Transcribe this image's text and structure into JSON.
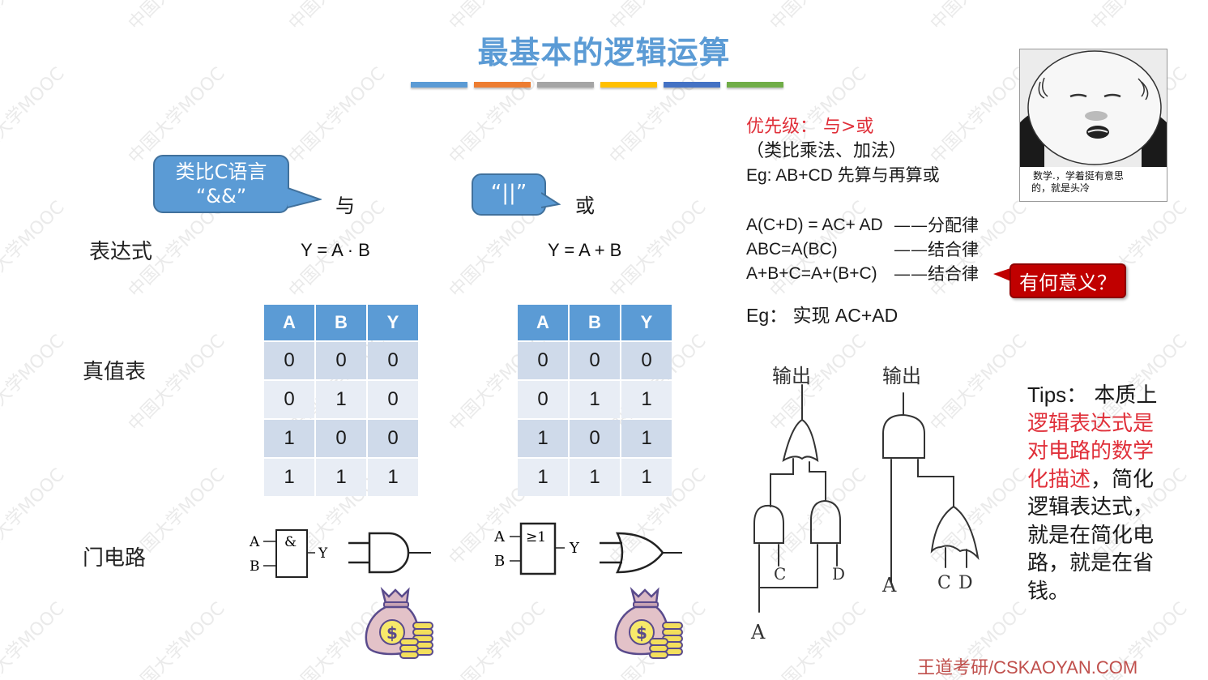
{
  "slide": {
    "title": "最基本的逻辑运算",
    "title_bar_colors": [
      "#5b9bd5",
      "#ed7d31",
      "#a5a5a5",
      "#ffc000",
      "#4472c4",
      "#70ad47"
    ],
    "watermark": "中国大学MOOC",
    "footer": "王道考研/CSKAOYAN.COM"
  },
  "row_labels": {
    "expression": "表达式",
    "truth_table": "真值表",
    "gate_circuit": "门电路"
  },
  "and_op": {
    "callout_line1": "类比C语言",
    "callout_line2": "“&&”",
    "label": "与",
    "expression": "Y = A · B",
    "truth_table": {
      "headers": [
        "A",
        "B",
        "Y"
      ],
      "rows": [
        [
          "0",
          "0",
          "0"
        ],
        [
          "0",
          "1",
          "0"
        ],
        [
          "1",
          "0",
          "0"
        ],
        [
          "1",
          "1",
          "1"
        ]
      ]
    },
    "gate_symbol": "&",
    "gate_inputs": [
      "A",
      "B"
    ],
    "gate_output": "Y"
  },
  "or_op": {
    "callout": "“||”",
    "label": "或",
    "expression": "Y = A + B",
    "truth_table": {
      "headers": [
        "A",
        "B",
        "Y"
      ],
      "rows": [
        [
          "0",
          "0",
          "0"
        ],
        [
          "0",
          "1",
          "1"
        ],
        [
          "1",
          "0",
          "1"
        ],
        [
          "1",
          "1",
          "1"
        ]
      ]
    },
    "gate_symbol": "≥1",
    "gate_inputs": [
      "A",
      "B"
    ],
    "gate_output": "Y"
  },
  "priority": {
    "line1": "优先级： 与>或",
    "line2": "（类比乘法、加法）",
    "line3": "Eg: AB+CD  先算与再算或"
  },
  "laws": [
    {
      "formula": "A(C+D) = AC+ AD",
      "name": "——分配律"
    },
    {
      "formula": "ABC=A(BC)",
      "name": "——结合律"
    },
    {
      "formula": "A+B+C=A+(B+C)",
      "name": "——结合律"
    }
  ],
  "meaning_badge": "有何意义？",
  "example": "Eg：  实现 AC+AD",
  "meme": {
    "caption_line1": "数学.，学着挺有意思",
    "caption_line2": "的，就是头冷"
  },
  "circuit_sketch": {
    "left": {
      "output_label": "输出",
      "inputs": [
        "C",
        "D",
        "A"
      ]
    },
    "right": {
      "output_label": "输出",
      "inputs": [
        "A",
        "C",
        "D"
      ]
    }
  },
  "tips": {
    "prefix": "Tips：",
    "intro": " 本质上",
    "highlight": "逻辑表达式是对电路的数学化描述",
    "rest": "，简化逻辑表达式，就是在简化电路，就是在省钱。"
  }
}
